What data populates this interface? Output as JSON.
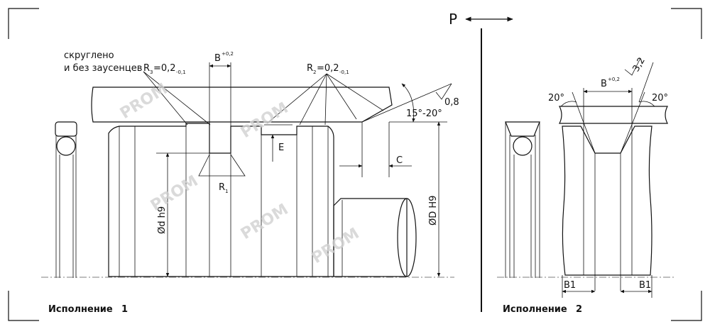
{
  "header": {
    "direction_label": "P"
  },
  "variant_1": {
    "title_main": "Исполнение",
    "title_num": "1",
    "note_line1": "скруглено",
    "note_line2": "и без заусенцев",
    "r3_label": "R",
    "r3_index": "3",
    "r3_value": "=0,2",
    "r3_tol": "-0,1",
    "r2_label": "R",
    "r2_index": "2",
    "r2_value": "=0,2",
    "r2_tol": "-0,1",
    "b_label": "B",
    "b_tol": "+0,2",
    "e_label": "E",
    "c_label": "C",
    "r1_label": "R",
    "r1_index": "1",
    "d_label": "Ød h9",
    "D_label": "ØD H9",
    "angle_label": "15°-20°",
    "rough_label": "0,8"
  },
  "variant_2": {
    "title_main": "Исполнение",
    "title_num": "2",
    "angle_left": "20°",
    "angle_right": "20°",
    "b_label": "B",
    "b_tol": "+0,2",
    "rough_label": "3,2",
    "b1_left": "B1",
    "b1_right": "B1"
  },
  "watermark": {
    "text": "PROM"
  },
  "colors": {
    "line": "#111111",
    "housing_fill": "#8f8f8f",
    "rod_fill": "#aaaaaa",
    "ring_fill": "#444444",
    "watermark": "#d2d2d2"
  }
}
